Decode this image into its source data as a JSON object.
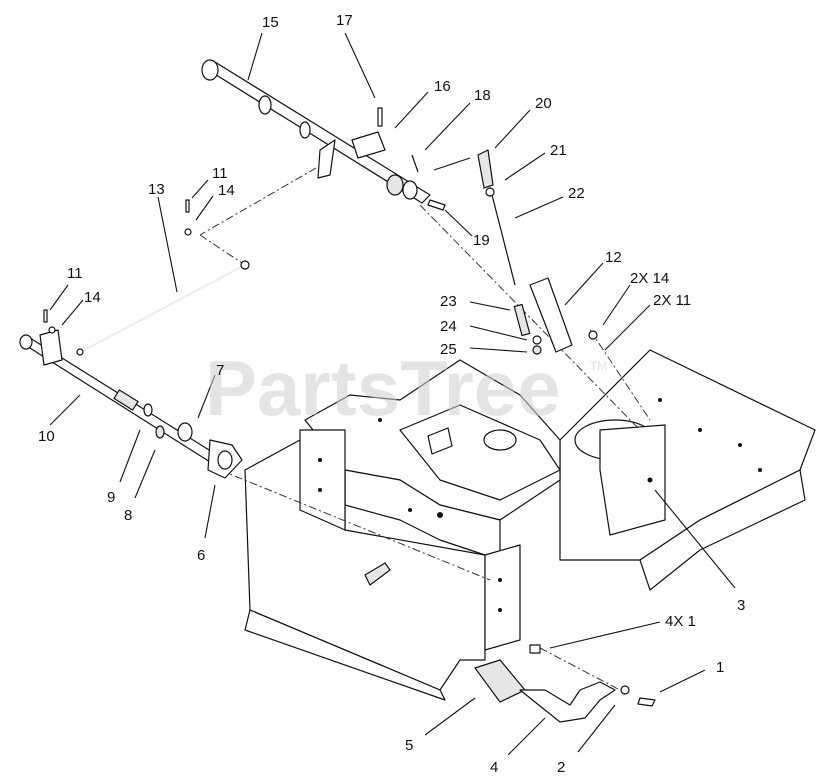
{
  "watermark": {
    "text": "PartsTree",
    "trademark": "TM"
  },
  "callouts": {
    "c1": "1",
    "c2": "2",
    "c3": "3",
    "c4": "4",
    "c4x1": "4X 1",
    "c5": "5",
    "c6": "6",
    "c7": "7",
    "c8": "8",
    "c9": "9",
    "c10": "10",
    "c11a": "11",
    "c11b": "11",
    "c2x11": "2X 11",
    "c12": "12",
    "c13": "13",
    "c14a": "14",
    "c14b": "14",
    "c2x14": "2X 14",
    "c15": "15",
    "c16": "16",
    "c17": "17",
    "c18": "18",
    "c19": "19",
    "c20": "20",
    "c21": "21",
    "c22": "22",
    "c23": "23",
    "c24": "24",
    "c25": "25"
  }
}
